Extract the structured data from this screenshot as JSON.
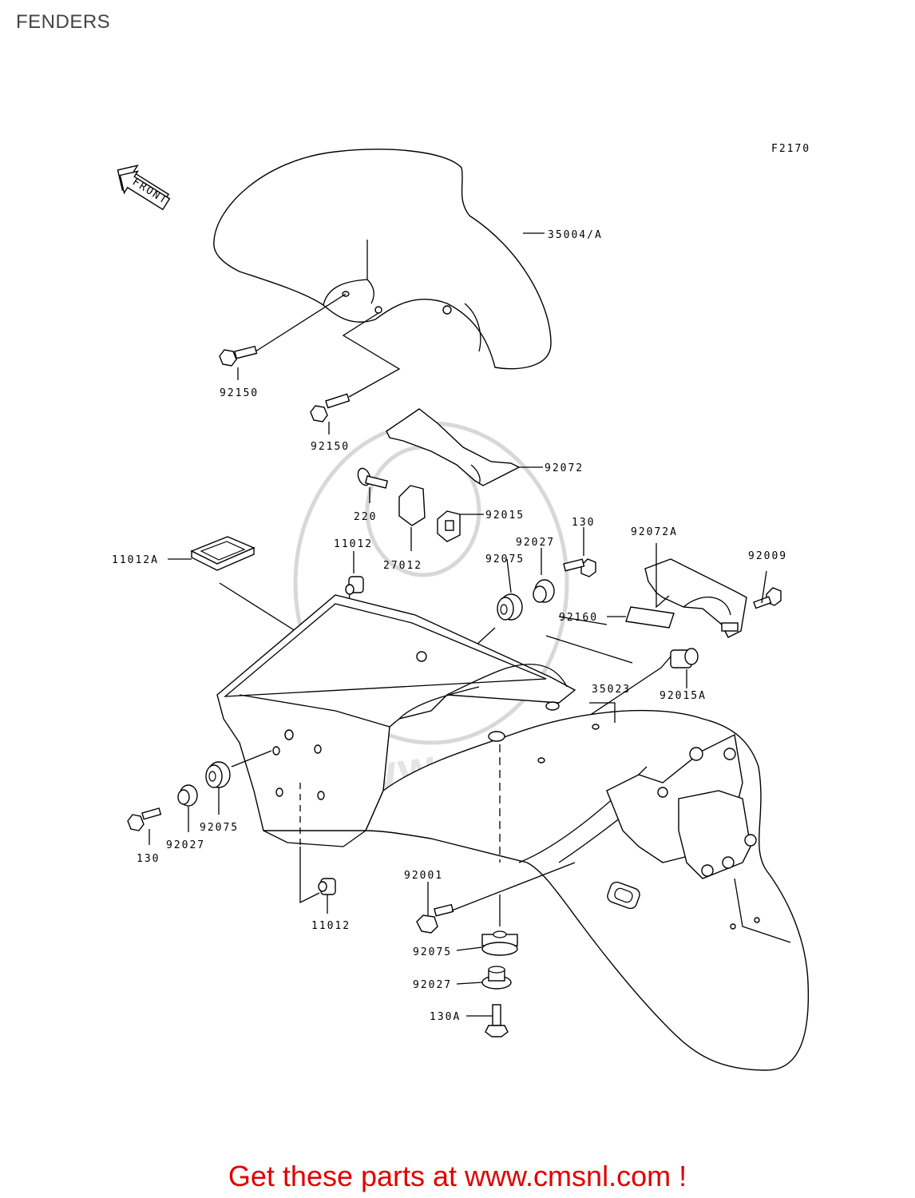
{
  "page": {
    "title": "FENDERS",
    "figure_code": "F2170",
    "front_label": "FRONT",
    "footer_link": "Get these parts at www.cmsnl.com !"
  },
  "callouts": {
    "c35004A": "35004/A",
    "c92150a": "92150",
    "c92150b": "92150",
    "c92072": "92072",
    "c220": "220",
    "c27012": "27012",
    "c92015": "92015",
    "c130top": "130",
    "c92027top": "92027",
    "c92075top": "92075",
    "c92072A": "92072A",
    "c92009": "92009",
    "c11012Atop": "11012A",
    "c11012top": "11012",
    "c92160": "92160",
    "c35023": "35023",
    "c92015A": "92015A",
    "c92075left": "92075",
    "c92027left": "92027",
    "c130left": "130",
    "c11012bottom": "11012",
    "c92001": "92001",
    "c92075bottom": "92075",
    "c92027bottom": "92027",
    "c130A": "130A"
  },
  "colors": {
    "footer_link": "#e00000",
    "line_art": "#000000",
    "watermark": "#d8d8d8"
  }
}
